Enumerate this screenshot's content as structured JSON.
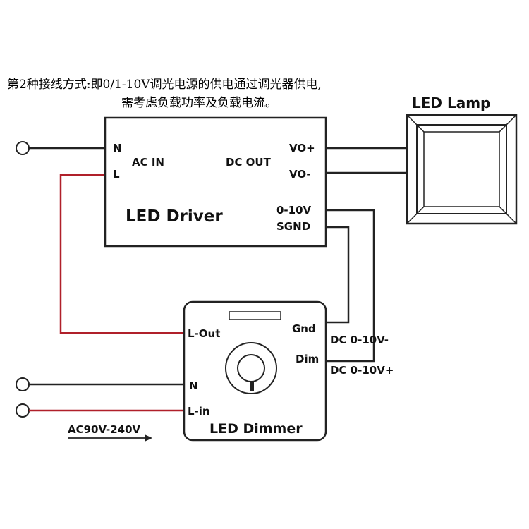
{
  "caption": {
    "line1": "第2种接线方式:即0/1-10V调光电源的供电通过调光器供电,",
    "line2": "需考虑负载功率及负载电流。"
  },
  "driver": {
    "title": "LED Driver",
    "n_label": "N",
    "l_label": "L",
    "ac_in": "AC IN",
    "dc_out": "DC OUT",
    "vo_plus": "VO+",
    "vo_minus": "VO-",
    "dim_label": "0-10V",
    "sgnd_label": "SGND"
  },
  "lamp": {
    "title": "LED Lamp"
  },
  "dimmer": {
    "title": "LED Dimmer",
    "l_out": "L-Out",
    "n": "N",
    "l_in": "L-in",
    "gnd": "Gnd",
    "dim": "Dim"
  },
  "signals": {
    "minus": "DC 0-10V-",
    "plus": "DC 0-10V+"
  },
  "supply": {
    "label": "AC90V-240V"
  },
  "colors": {
    "wire_black": "#222222",
    "wire_red": "#b0202a",
    "box_stroke": "#222222"
  }
}
